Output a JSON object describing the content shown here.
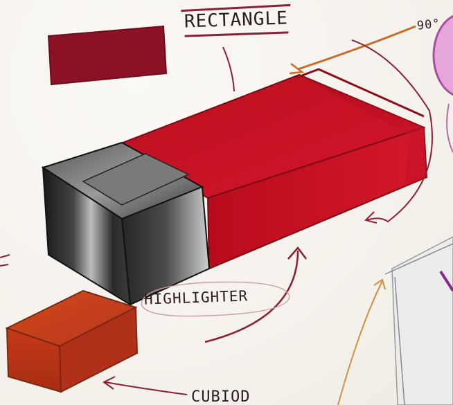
{
  "labels": {
    "rectangle": "RECTANGLE",
    "highlighter": "HIGHLIGHTER",
    "cuboid": "CUBIOD",
    "angle": "90°"
  },
  "colors": {
    "paper": "#f4f0ea",
    "swatch_dark_red": "#8a1224",
    "body_red": "#c2101c",
    "cap_black": "#2a2a2a",
    "cuboid_orange": "#c23a17",
    "pencil_line": "#8a2030",
    "pencil_orange": "#c86a2a",
    "swatch_pink": "#e6a6d9"
  }
}
